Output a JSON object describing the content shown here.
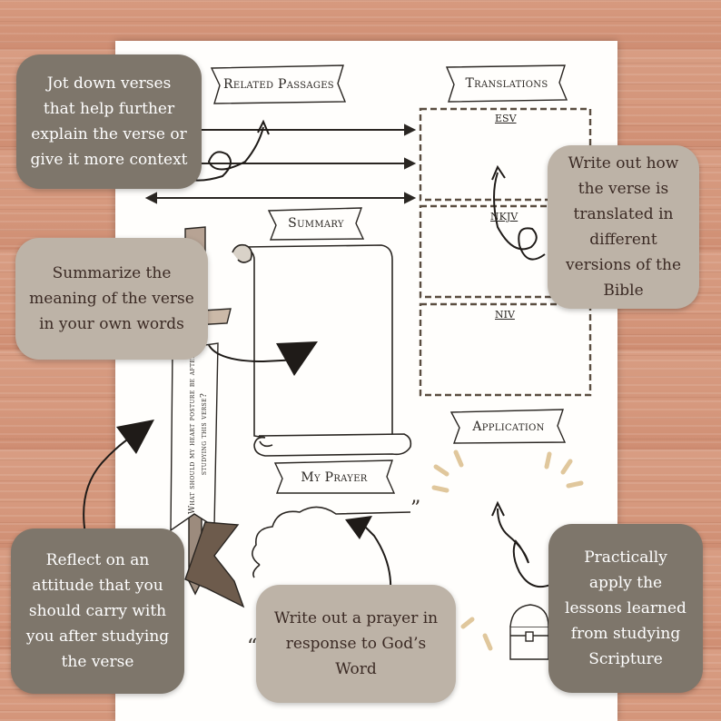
{
  "ribbons": {
    "related_passages": "Related Passages",
    "translations": "Translations",
    "summary": "Summary",
    "application": "Application",
    "my_prayer": "My Prayer"
  },
  "translation_boxes": [
    "ESV",
    "NKJV",
    "NIV"
  ],
  "sword_prompt": "What should my heart posture be after studying this verse?",
  "prayer_quote_open": "“",
  "prayer_quote_close": "”",
  "callouts": {
    "related_passages": "Jot down verses that help further explain the verse or give it more context",
    "translations": "Write out how the verse is translated in different versions of the Bible",
    "summary": "Summarize the meaning of the verse in your own words",
    "reflect": "Reflect on an attitude that you should carry with you after studying the verse",
    "prayer": "Write out a prayer in response to God’s Word",
    "application": "Practically apply the lessons learned from studying Scripture"
  },
  "colors": {
    "callout_dark": "#7e766b",
    "callout_light": "#bdb3a7",
    "wood": "#d4967b",
    "sunburst": "#e0c79c"
  }
}
